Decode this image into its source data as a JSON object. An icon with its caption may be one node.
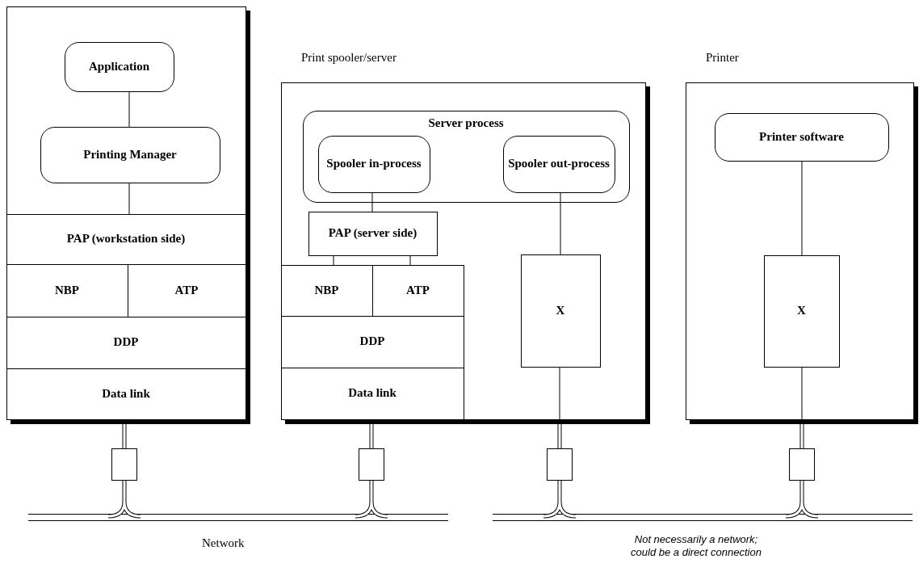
{
  "diagram": {
    "nodes": [
      {
        "text": [],
        "shape": "box"
      },
      {
        "text": [
          "Application"
        ],
        "in": 0
      },
      {
        "text": [
          "Printing Manager"
        ],
        "in": 0
      },
      {
        "text": [
          "PAP (workstation side)"
        ],
        "in": 0
      },
      {
        "text": [
          "NBP"
        ],
        "in": 0
      },
      {
        "text": [
          "ATP"
        ],
        "in": 0
      },
      {
        "text": [
          "DDP"
        ],
        "in": 0
      },
      {
        "text": [
          "Data link"
        ],
        "in": 0
      },
      {
        "text": [
          "Print spooler/server"
        ]
      },
      {
        "text": [
          "Server process"
        ],
        "in": 8
      },
      {
        "text": [
          "Spooler in-process"
        ],
        "in": 9
      },
      {
        "text": [
          "Spooler out-process"
        ],
        "in": 9
      },
      {
        "text": [
          "PAP (server side)"
        ],
        "in": 8
      },
      {
        "text": [
          "NBP"
        ],
        "in": 8
      },
      {
        "text": [
          "ATP"
        ],
        "in": 8
      },
      {
        "text": [
          "DDP"
        ],
        "in": 8
      },
      {
        "text": [
          "Data link"
        ],
        "in": 8
      },
      {
        "text": [
          "X"
        ],
        "in": 8
      },
      {
        "text": [
          "Printer"
        ]
      },
      {
        "text": [
          "Printer software"
        ],
        "in": 18
      },
      {
        "text": [
          "X"
        ],
        "in": 18
      },
      {
        "text": [],
        "shape": "box"
      },
      {
        "text": [],
        "shape": "box"
      },
      {
        "text": [],
        "shape": "box"
      },
      {
        "text": [],
        "shape": "box"
      },
      {
        "text": [],
        "shape": "cable",
        "beside": [
          "Network"
        ]
      },
      {
        "text": [],
        "shape": "cable",
        "beside": [
          "Not necessarily a network; could be a direct connection"
        ]
      }
    ],
    "edges": [
      {
        "from": 1,
        "to": 2,
        "arrow": "none"
      },
      {
        "from": 2,
        "to": 3,
        "arrow": "none"
      },
      {
        "from": 10,
        "to": 12,
        "arrow": "none"
      },
      {
        "from": 12,
        "to": 13,
        "arrow": "none"
      },
      {
        "from": 12,
        "to": 14,
        "arrow": "none"
      },
      {
        "from": 11,
        "to": 17,
        "arrow": "none"
      },
      {
        "from": 19,
        "to": 20,
        "arrow": "none"
      },
      {
        "from": 7,
        "to": 21,
        "arrow": "none"
      },
      {
        "from": 16,
        "to": 22,
        "arrow": "none"
      },
      {
        "from": 17,
        "to": 23,
        "arrow": "none"
      },
      {
        "from": 20,
        "to": 24,
        "arrow": "none"
      },
      {
        "from": 21,
        "to": 25,
        "arrow": "none"
      },
      {
        "from": 22,
        "to": 25,
        "arrow": "none"
      },
      {
        "from": 23,
        "to": 26,
        "arrow": "none"
      },
      {
        "from": 24,
        "to": 26,
        "arrow": "none"
      }
    ]
  }
}
